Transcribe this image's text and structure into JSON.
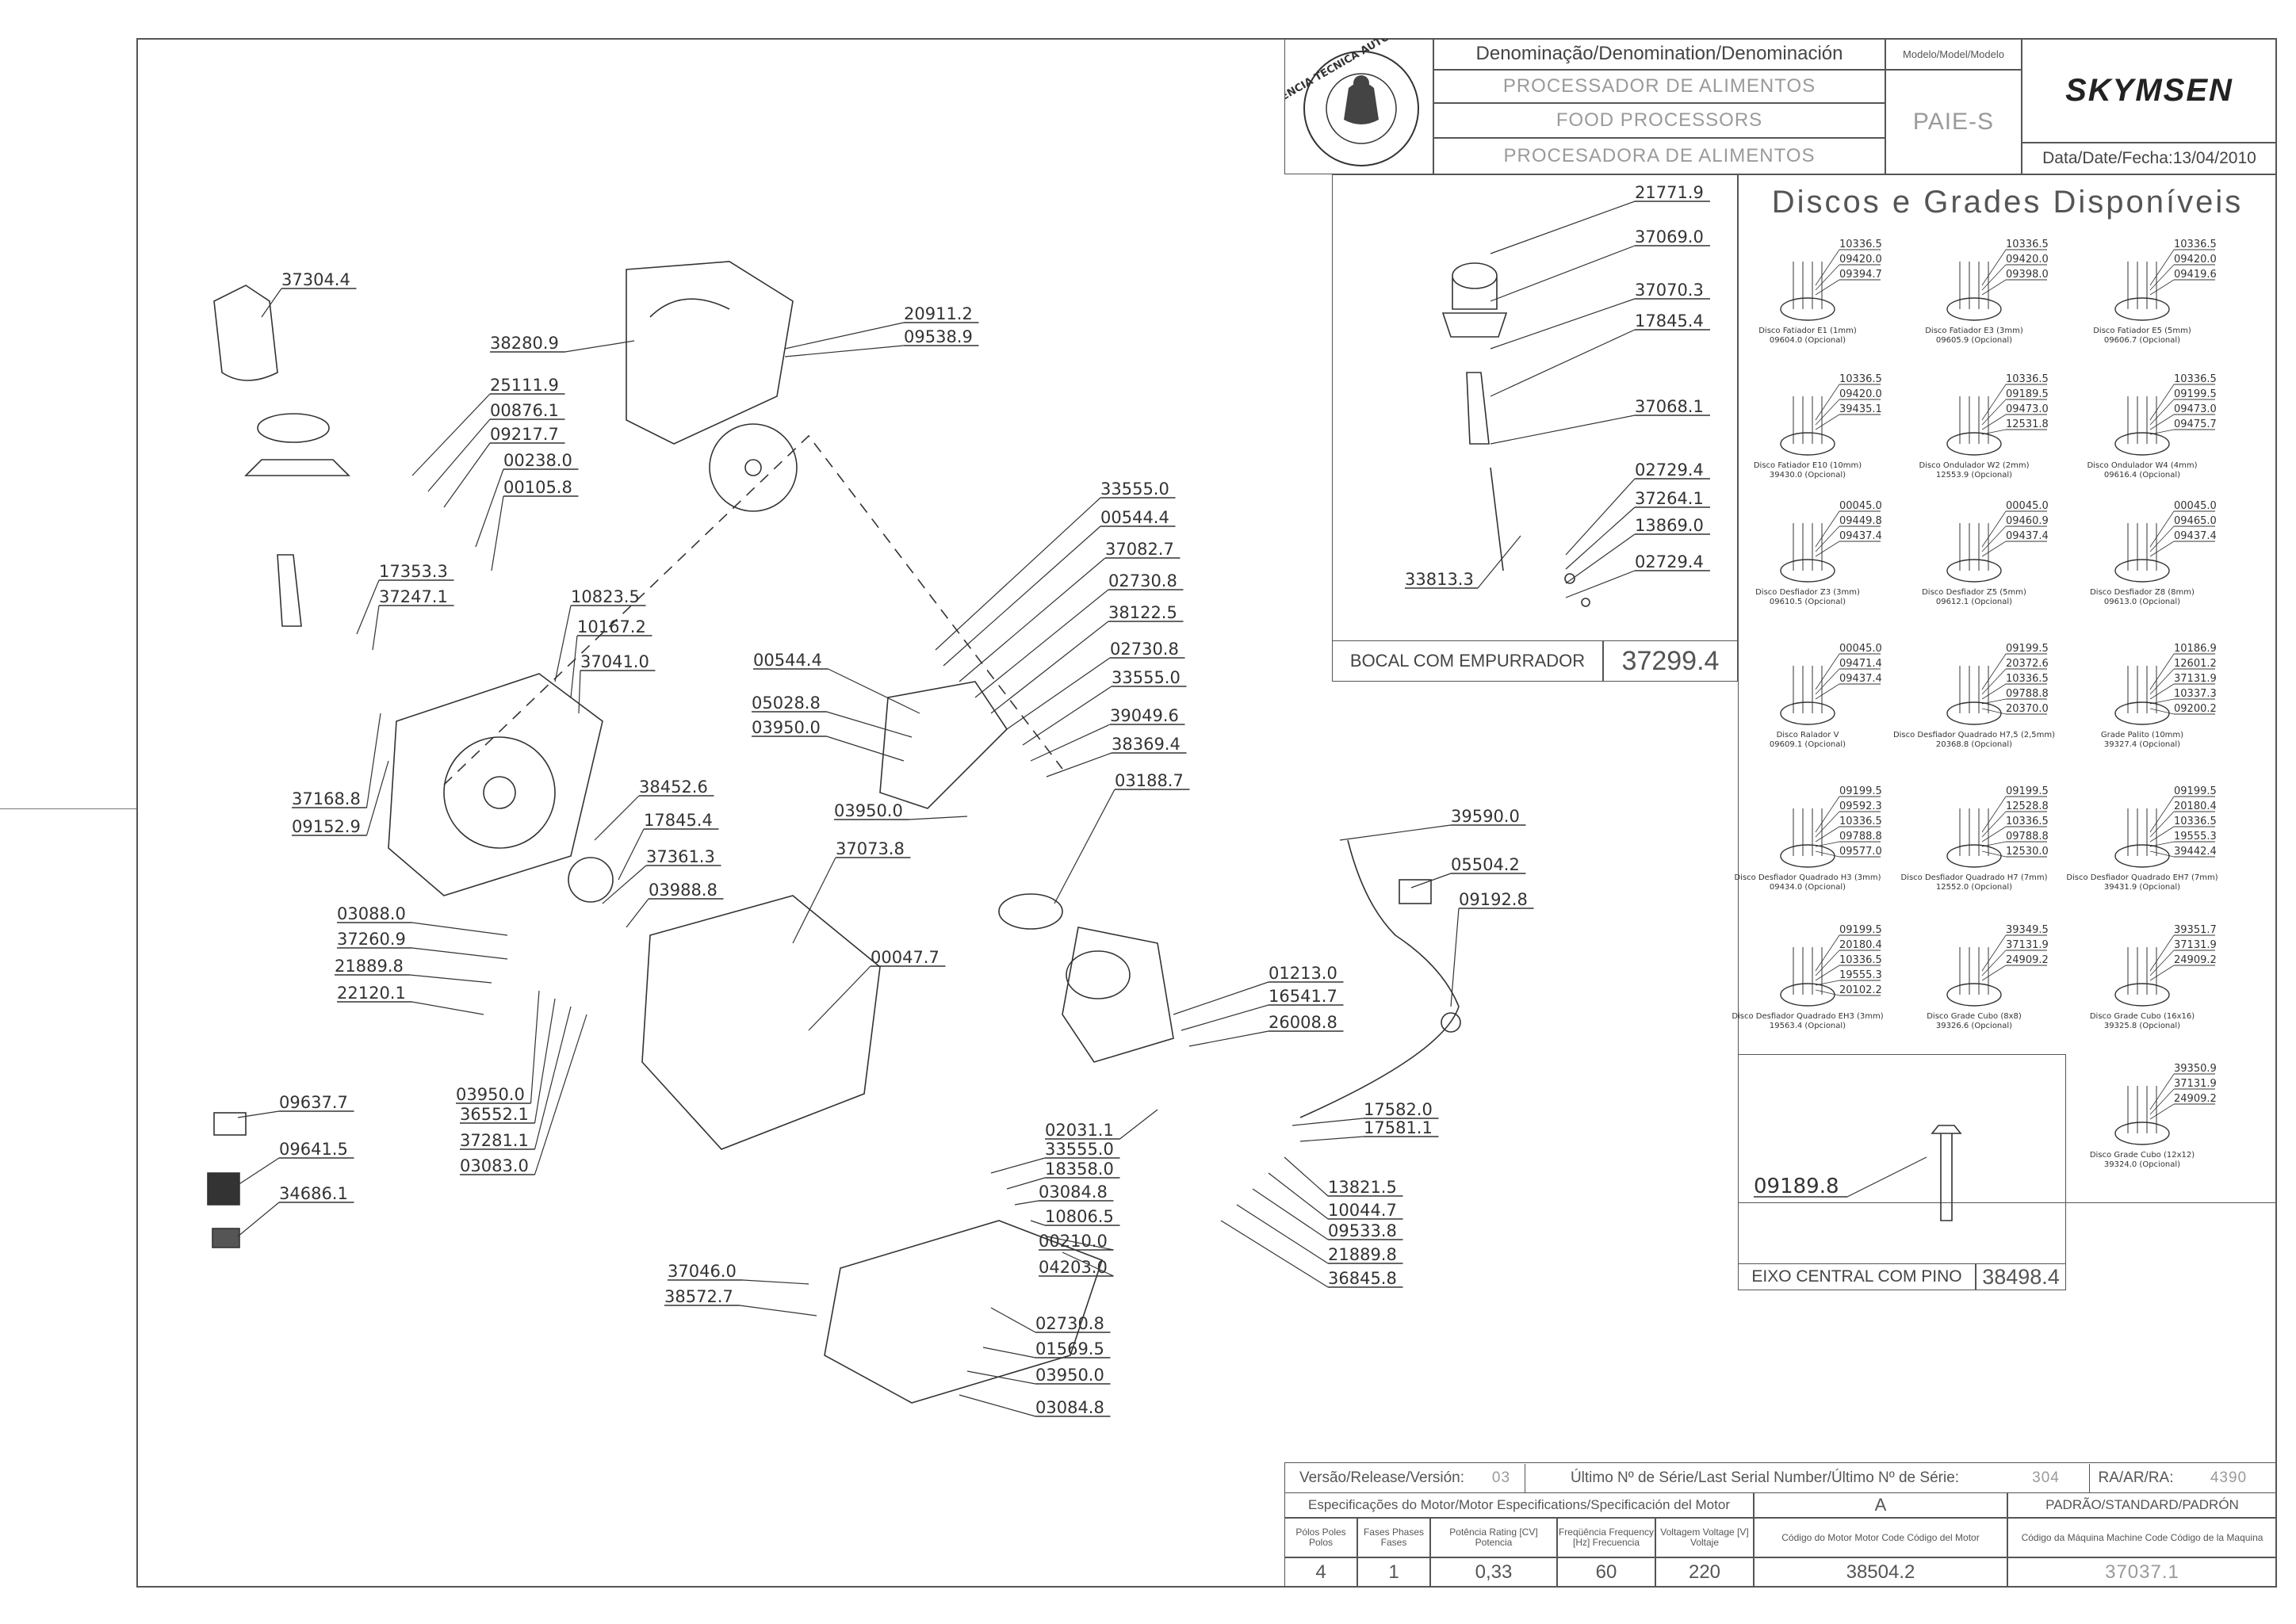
{
  "title_block": {
    "denomination_label": "Denominação/Denomination/Denominación",
    "model_label": "Modelo/Model/Modelo",
    "name_pt": "PROCESSADOR DE ALIMENTOS",
    "name_en": "FOOD PROCESSORS",
    "name_es": "PROCESADORA DE ALIMENTOS",
    "model": "PAIE-S",
    "brand": "SKYMSEN",
    "date": "Data/Date/Fecha:13/04/2010",
    "seal_text": "ASSISTÊNCIA TÉCNICA AUTORIZADA"
  },
  "discs_panel": {
    "title": "Discos e Grades Disponíveis",
    "items": [
      {
        "name": "Disco Fatiador E1 (1mm)",
        "code": "09604.0 (Opcional)",
        "parts": [
          "10336.5",
          "09420.0",
          "09394.7"
        ]
      },
      {
        "name": "Disco Fatiador E3 (3mm)",
        "code": "09605.9 (Opcional)",
        "parts": [
          "10336.5",
          "09420.0",
          "09398.0"
        ]
      },
      {
        "name": "Disco Fatiador E5 (5mm)",
        "code": "09606.7 (Opcional)",
        "parts": [
          "10336.5",
          "09420.0",
          "09419.6"
        ]
      },
      {
        "name": "Disco Fatiador E10 (10mm)",
        "code": "39430.0 (Opcional)",
        "parts": [
          "10336.5",
          "09420.0",
          "39435.1"
        ]
      },
      {
        "name": "Disco Ondulador W2 (2mm)",
        "code": "12553.9 (Opcional)",
        "parts": [
          "10336.5",
          "09189.5",
          "09473.0",
          "12531.8"
        ]
      },
      {
        "name": "Disco Ondulador W4 (4mm)",
        "code": "09616.4 (Opcional)",
        "parts": [
          "10336.5",
          "09199.5",
          "09473.0",
          "09475.7"
        ]
      },
      {
        "name": "Disco Desfiador Z3 (3mm)",
        "code": "09610.5 (Opcional)",
        "parts": [
          "00045.0",
          "09449.8",
          "09437.4"
        ]
      },
      {
        "name": "Disco Desfiador Z5 (5mm)",
        "code": "09612.1 (Opcional)",
        "parts": [
          "00045.0",
          "09460.9",
          "09437.4"
        ]
      },
      {
        "name": "Disco Desfiador Z8 (8mm)",
        "code": "09613.0 (Opcional)",
        "parts": [
          "00045.0",
          "09465.0",
          "09437.4"
        ]
      },
      {
        "name": "Disco Ralador V",
        "code": "09609.1 (Opcional)",
        "parts": [
          "00045.0",
          "09471.4",
          "09437.4"
        ]
      },
      {
        "name": "Disco Desfiador Quadrado H7,5 (2,5mm)",
        "code": "20368.8 (Opcional)",
        "parts": [
          "09199.5",
          "20372.6",
          "10336.5",
          "09788.8",
          "20370.0"
        ]
      },
      {
        "name": "Grade Palito (10mm)",
        "code": "39327.4 (Opcional)",
        "parts": [
          "10186.9",
          "12601.2",
          "37131.9",
          "10337.3",
          "09200.2"
        ]
      },
      {
        "name": "Disco Desfiador Quadrado H3 (3mm)",
        "code": "09434.0 (Opcional)",
        "parts": [
          "09199.5",
          "09592.3",
          "10336.5",
          "09788.8",
          "09577.0"
        ]
      },
      {
        "name": "Disco Desfiador Quadrado H7 (7mm)",
        "code": "12552.0 (Opcional)",
        "parts": [
          "09199.5",
          "12528.8",
          "10336.5",
          "09788.8",
          "12530.0"
        ]
      },
      {
        "name": "Disco Desfiador Quadrado EH7 (7mm)",
        "code": "39431.9 (Opcional)",
        "parts": [
          "09199.5",
          "20180.4",
          "10336.5",
          "19555.3",
          "39442.4"
        ]
      },
      {
        "name": "Disco Desfiador Quadrado EH3 (3mm)",
        "code": "19563.4 (Opcional)",
        "parts": [
          "09199.5",
          "20180.4",
          "10336.5",
          "19555.3",
          "20102.2"
        ]
      },
      {
        "name": "Disco Grade Cubo (8x8)",
        "code": "39326.6 (Opcional)",
        "parts": [
          "39349.5",
          "37131.9",
          "24909.2"
        ]
      },
      {
        "name": "Disco Grade Cubo (16x16)",
        "code": "39325.8 (Opcional)",
        "parts": [
          "39351.7",
          "37131.9",
          "24909.2"
        ]
      },
      {
        "name": "Disco Grade Cubo (12x12)",
        "code": "39324.0 (Opcional)",
        "parts": [
          "39350.9",
          "37131.9",
          "24909.2"
        ]
      }
    ]
  },
  "bocal_panel": {
    "label": "BOCAL COM EMPURRADOR",
    "code": "37299.4",
    "parts_top": [
      "21771.9",
      "37069.0",
      "37070.3",
      "17845.4",
      "37068.1"
    ],
    "parts_bottom": [
      "02729.4",
      "37264.1",
      "13869.0",
      "02729.4"
    ],
    "part_left": "33813.3"
  },
  "eixo_panel": {
    "label": "EIXO CENTRAL COM PINO",
    "code": "38498.4",
    "part": "09189.8"
  },
  "main_parts": [
    "37304.4",
    "38280.9",
    "20911.2",
    "09538.9",
    "25111.9",
    "00876.1",
    "09217.7",
    "00238.0",
    "00105.8",
    "17353.3",
    "37247.1",
    "10823.5",
    "10167.2",
    "37041.0",
    "37168.8",
    "09152.9",
    "38452.6",
    "17845.4",
    "37361.3",
    "03988.8",
    "03088.0",
    "37260.9",
    "21889.8",
    "22120.1",
    "03950.0",
    "36552.1",
    "37281.1",
    "03083.0",
    "09637.7",
    "09641.5",
    "34686.1",
    "33555.0",
    "00544.4",
    "37082.7",
    "02730.8",
    "38122.5",
    "02730.8",
    "33555.0",
    "00544.4",
    "05028.8",
    "03950.0",
    "39049.6",
    "38369.4",
    "03188.7",
    "03950.0",
    "37073.8",
    "00047.7",
    "39590.0",
    "05504.2",
    "09192.8",
    "01213.0",
    "16541.7",
    "26008.8",
    "02031.1",
    "33555.0",
    "18358.0",
    "03084.8",
    "10806.5",
    "00210.0",
    "04203.0",
    "17582.0",
    "17581.1",
    "13821.5",
    "10044.7",
    "09533.8",
    "21889.8",
    "36845.8",
    "37046.0",
    "38572.7",
    "02730.8",
    "01569.5",
    "03950.0",
    "03084.8"
  ],
  "release_block": {
    "version_label": "Versão/Release/Versión:",
    "version": "03",
    "serial_label": "Último Nº de Série/Last Serial Number/Último Nº de Série:",
    "serial": "304",
    "ra_label": "RA/AR/RA:",
    "ra": "4390",
    "motor_spec_label": "Especificações do Motor/Motor Especifications/Specificación del Motor",
    "motor_letter": "A",
    "standard_label": "PADRÃO/STANDARD/PADRÓN",
    "columns": [
      {
        "label": "Pólos Poles Polos",
        "value": "4"
      },
      {
        "label": "Fases Phases Fases",
        "value": "1"
      },
      {
        "label": "Potência Rating [CV] Potencia",
        "value": "0,33"
      },
      {
        "label": "Freqüência Frequency [Hz] Frecuencia",
        "value": "60"
      },
      {
        "label": "Voltagem Voltage [V] Voltaje",
        "value": "220"
      },
      {
        "label": "Código do Motor Motor Code Código del Motor",
        "value": "38504.2"
      },
      {
        "label": "Código da Máquina Machine Code Código de la Maquina",
        "value": "37037.1"
      }
    ]
  }
}
